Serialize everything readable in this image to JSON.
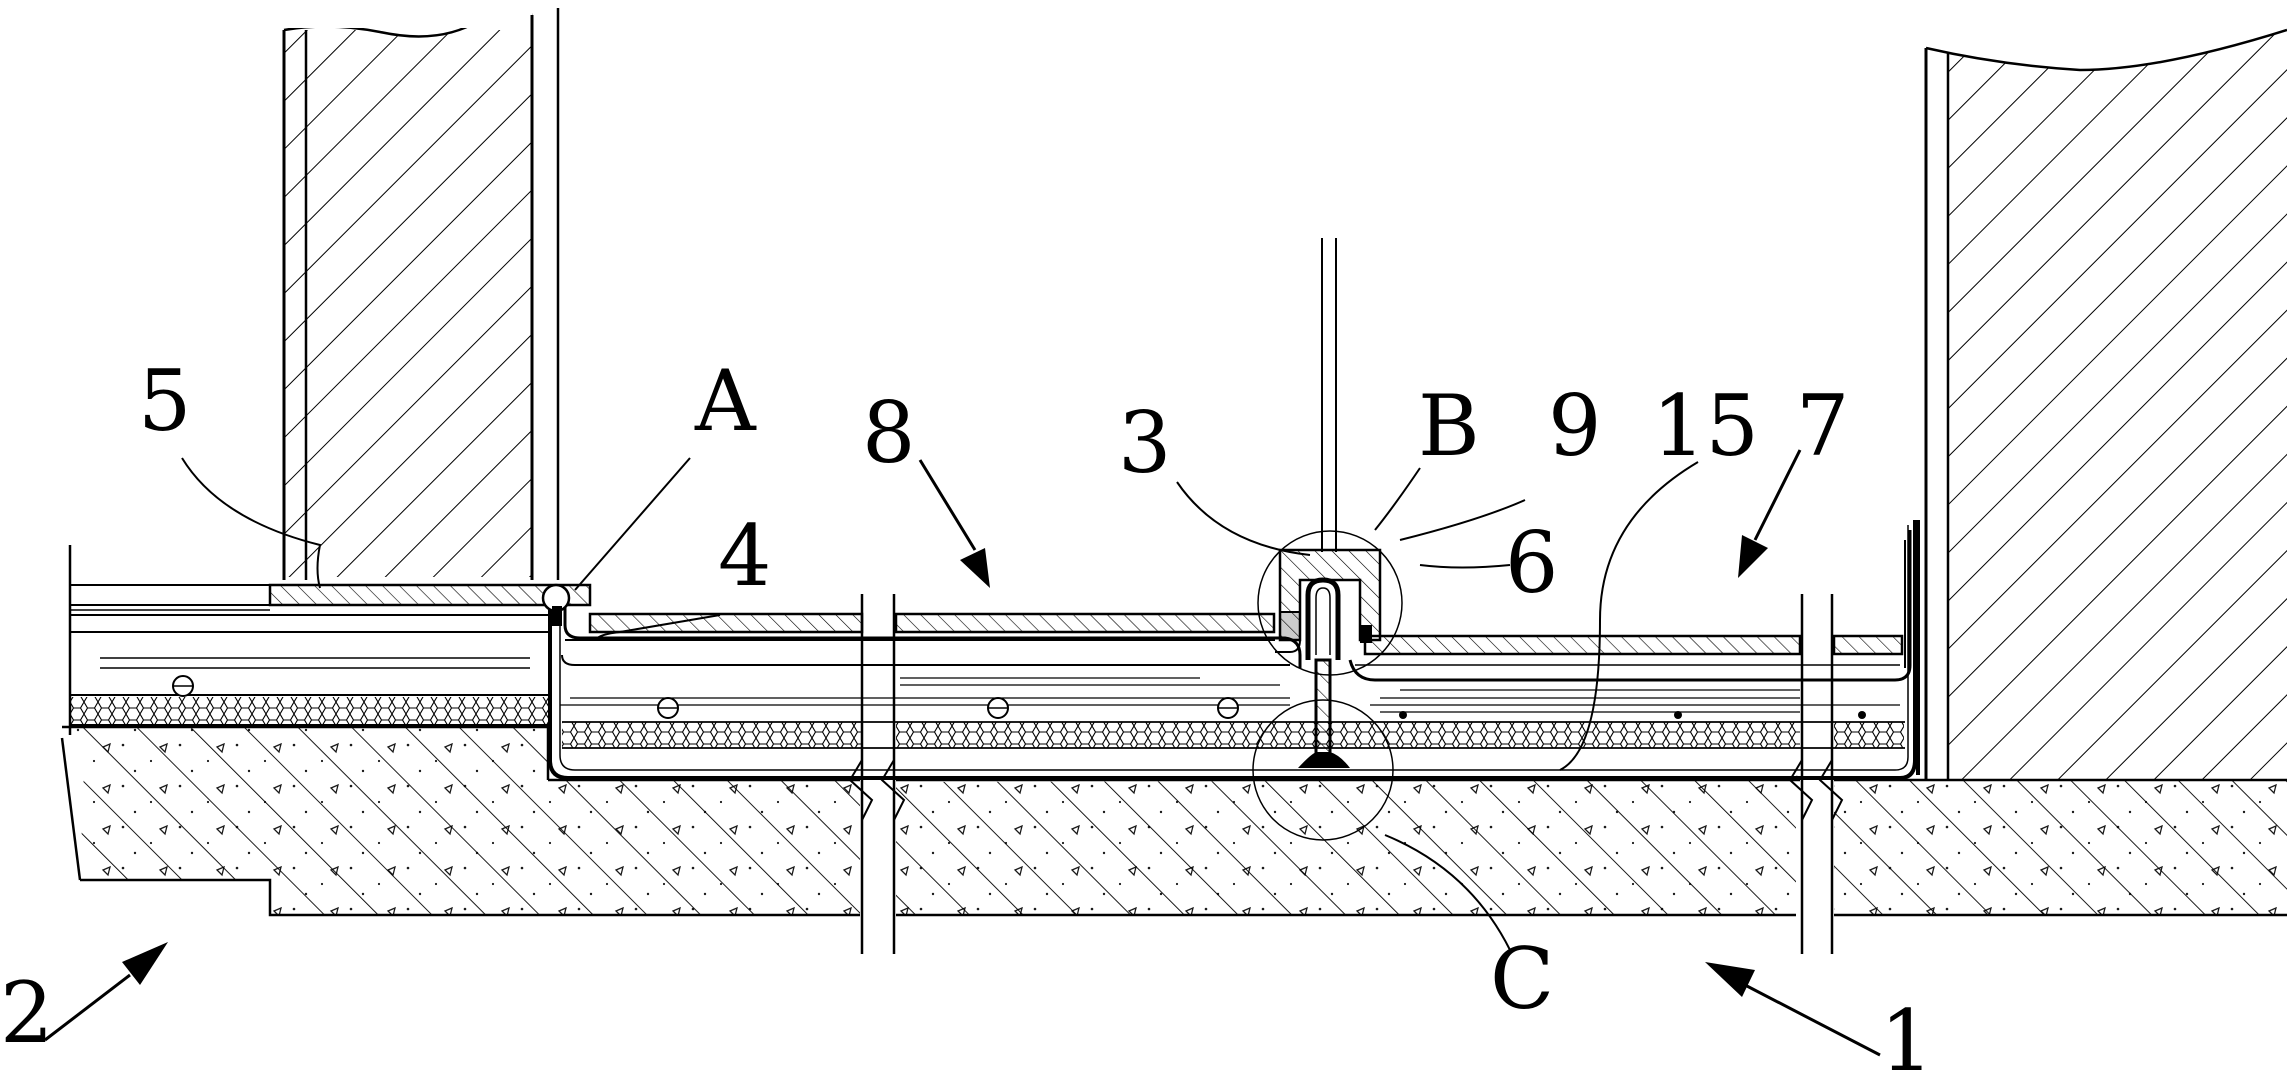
{
  "labels": {
    "l5": "5",
    "lA": "A",
    "l4": "4",
    "l8": "8",
    "l3": "3",
    "lB": "B",
    "l9": "9",
    "l15": "15",
    "l7": "7",
    "l6": "6",
    "l2": "2",
    "lC": "C",
    "l1": "1"
  },
  "colors": {
    "line": "#000000",
    "background": "#ffffff"
  }
}
